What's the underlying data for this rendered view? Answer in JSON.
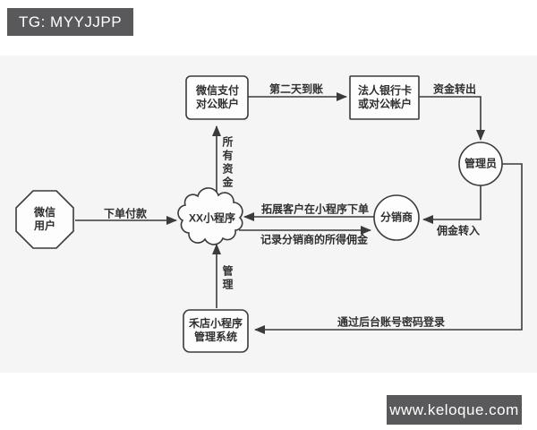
{
  "banners": {
    "top_left": "TG: MYYJJPP",
    "bottom_right": "www.keloque.com"
  },
  "colors": {
    "page_bg": "#ffffff",
    "panel_bg": "#f5f5f6",
    "banner_bg": "#59595b",
    "banner_text": "#ffffff",
    "line": "#3b3b3b",
    "node_fill": "#fdfdfe",
    "text": "#2f2f2f"
  },
  "diagram": {
    "nodes": {
      "wechat_user": {
        "shape": "octagon",
        "line1": "微信",
        "line2": "用户"
      },
      "mini_program": {
        "shape": "cloud",
        "label": "XX小程序"
      },
      "wechat_pay_account": {
        "shape": "rounded-rect",
        "line1": "微信支付",
        "line2": "对公账户"
      },
      "bank_card": {
        "shape": "rect",
        "line1": "法人银行卡",
        "line2": "或对公帐户"
      },
      "admin": {
        "shape": "circle",
        "label": "管理员"
      },
      "distributor": {
        "shape": "circle",
        "label": "分销商"
      },
      "management_system": {
        "shape": "rounded-rect",
        "line1": "禾店小程序",
        "line2": "管理系统"
      }
    },
    "edges": {
      "order_pay": "下单付款",
      "all_funds": "所有资金",
      "next_day_arrival": "第二天到账",
      "funds_transfer_out": "资金转出",
      "commission_transfer_in": "佣金转入",
      "expand_customers": "拓展客户在小程序下单",
      "record_commission": "记录分销商的所得佣金",
      "manage": "管理",
      "backend_login": "通过后台账号密码登录"
    }
  }
}
